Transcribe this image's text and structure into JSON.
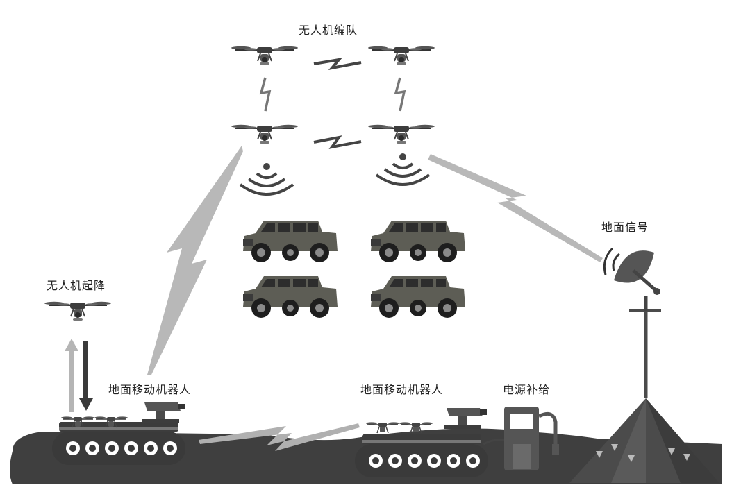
{
  "labels": {
    "formation": "无人机编队",
    "ground_signal": "地面信号",
    "uav_takeoff_landing": "无人机起降",
    "ground_robot_left": "地面移动机器人",
    "ground_robot_right": "地面移动机器人",
    "power_supply": "电源补给"
  },
  "icons": {
    "drone": "drone-icon",
    "vehicle": "vehicle-icon",
    "satellite_dish": "satellite-dish-icon",
    "tank_robot": "tracked-robot-icon",
    "fuel_pump": "fuel-pump-icon",
    "tent": "tent-icon",
    "signal_waves": "signal-waves-icon",
    "lightning_link": "wireless-link-icon"
  },
  "colors": {
    "ground": "#3f3f3f",
    "drone": "#4a4a4a",
    "link_light": "#b8b8b8",
    "vehicle": "#5a5a52",
    "tent": "#4b4b4b"
  }
}
